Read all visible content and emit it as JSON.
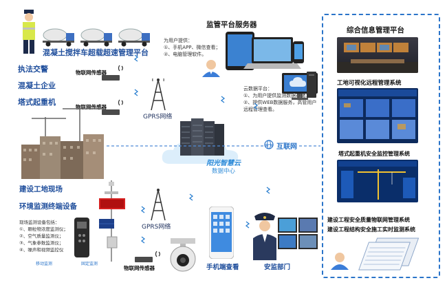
{
  "left": {
    "main_title": "混凝土搅拌车超载超速管理平台",
    "labels": [
      "执法交警",
      "混凝土企业",
      "塔式起重机"
    ],
    "site_label": "建设工地现场",
    "env_label": "环境监测终端设备",
    "devices_title": "现场监测设备包括：",
    "devices": [
      "①、颗粒物浓度监测仪；",
      "②、空气质量监测仪；",
      "③、气象参数监测仪；",
      "④、噪声和视频监控仪"
    ],
    "mobile_caption": "移动监测",
    "fixed_caption": "固定监测"
  },
  "sensors": {
    "sensor1": "物联网传感器",
    "sensor2": "物联网传感器",
    "sensor3": "物联网传感器"
  },
  "center": {
    "server_title": "监管平台服务器",
    "user_provides": "为用户提供：",
    "user_items": [
      "①、手机APP、微信查看；",
      "②、电脑管理软件。"
    ],
    "cloud_title": "云数据平台：",
    "cloud_items": [
      "①、为用户提供监测数据存储；",
      "②、提供WEB数据服务，高管用户远程管理查看。"
    ],
    "gprs_top": "GPRS网络",
    "gprs_bottom": "GPRS网络",
    "brand": "阳光智慧云",
    "data_center": "数据中心",
    "internet": "互联网",
    "phone_caption": "手机端查看",
    "security_caption": "安监部门"
  },
  "right": {
    "panel_title": "综合信息管理平台",
    "sys1": "工地可视化远程管理系统",
    "sys2": "塔式起重机安全监控管理系统",
    "sys3": "建设工程安全质量物联网管理系统",
    "sys4": "建设工程结构安全施工实时监测系统"
  },
  "colors": {
    "accent_blue": "#1f4e9c",
    "dash_blue": "#2a74c9",
    "cloud_blue": "#2e8bd8",
    "signal_blue": "#1e90d8"
  }
}
